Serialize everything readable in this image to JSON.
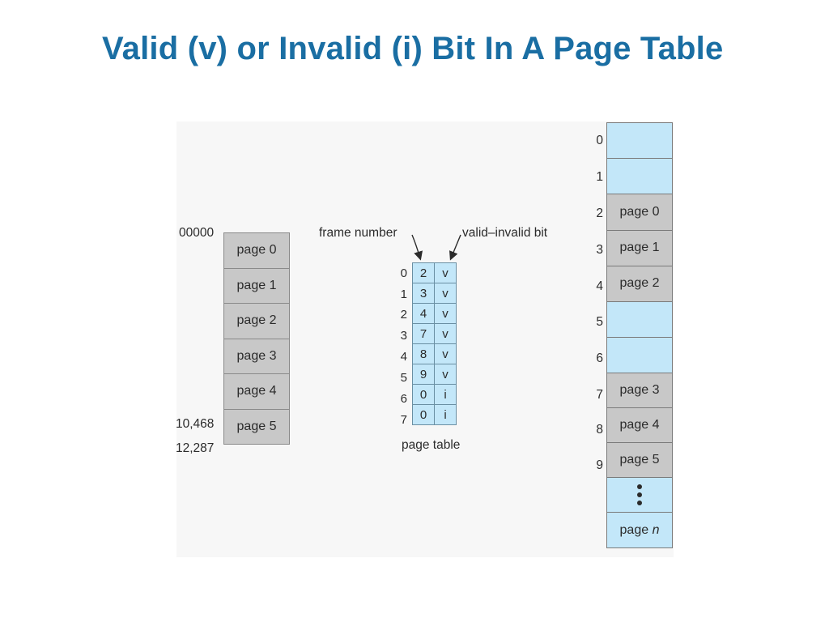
{
  "title": "Valid (v) or Invalid (i) Bit In A Page Table",
  "logical_memory": {
    "start_address": "00000",
    "addr_10468": "10,468",
    "end_address": "12,287",
    "pages": [
      "page 0",
      "page 1",
      "page 2",
      "page 3",
      "page 4",
      "page 5"
    ]
  },
  "page_table": {
    "frame_number_label": "frame number",
    "valid_invalid_label": "valid–invalid bit",
    "caption": "page table",
    "rows": [
      {
        "index": "0",
        "frame": "2",
        "bit": "v"
      },
      {
        "index": "1",
        "frame": "3",
        "bit": "v"
      },
      {
        "index": "2",
        "frame": "4",
        "bit": "v"
      },
      {
        "index": "3",
        "frame": "7",
        "bit": "v"
      },
      {
        "index": "4",
        "frame": "8",
        "bit": "v"
      },
      {
        "index": "5",
        "frame": "9",
        "bit": "v"
      },
      {
        "index": "6",
        "frame": "0",
        "bit": "i"
      },
      {
        "index": "7",
        "frame": "0",
        "bit": "i"
      }
    ]
  },
  "physical_memory": {
    "frames": [
      {
        "index": "0",
        "content": ""
      },
      {
        "index": "1",
        "content": ""
      },
      {
        "index": "2",
        "content": "page 0"
      },
      {
        "index": "3",
        "content": "page 1"
      },
      {
        "index": "4",
        "content": "page 2"
      },
      {
        "index": "5",
        "content": ""
      },
      {
        "index": "6",
        "content": ""
      },
      {
        "index": "7",
        "content": "page 3"
      },
      {
        "index": "8",
        "content": "page 4"
      },
      {
        "index": "9",
        "content": "page 5"
      }
    ],
    "last_frame_prefix": "page ",
    "last_frame_var": "n"
  }
}
